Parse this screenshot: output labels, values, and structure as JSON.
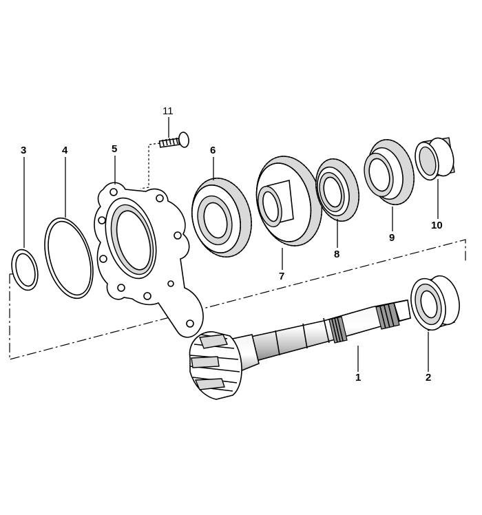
{
  "callouts": {
    "c1": "1",
    "c2": "2",
    "c3": "3",
    "c4": "4",
    "c5": "5",
    "c6": "6",
    "c7": "7",
    "c8": "8",
    "c9": "9",
    "c10": "10",
    "c11": "11"
  },
  "icons": {
    "drawing": "exploded-parts-diagram"
  }
}
